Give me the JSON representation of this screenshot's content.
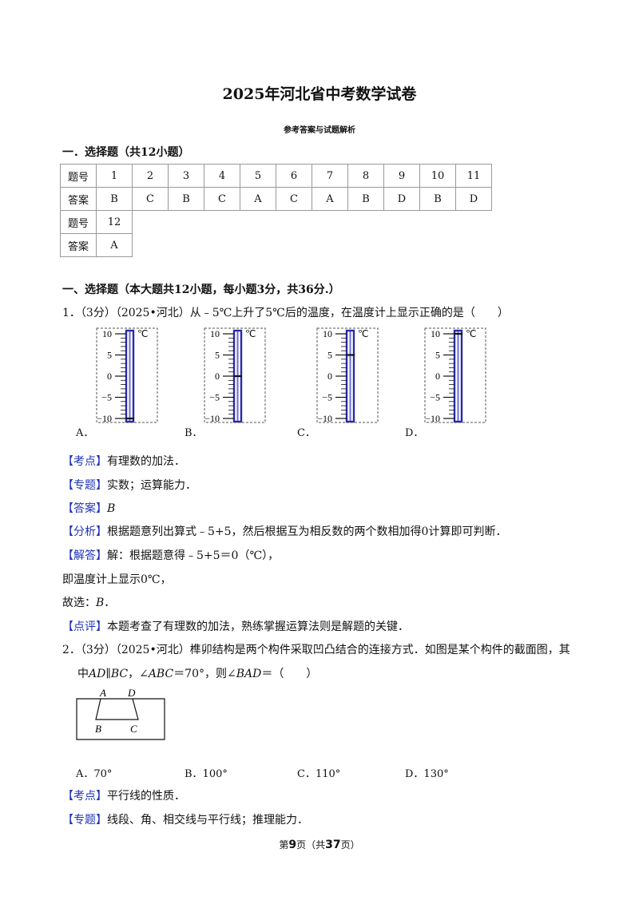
{
  "title": "2025年河北省中考数学试卷",
  "subtitle": "参考答案与试题解析",
  "section_summary": "一．选择题（共12小题）",
  "answer_table": {
    "row1_label": "题号",
    "row2_label": "答案",
    "numbers_a": [
      "1",
      "2",
      "3",
      "4",
      "5",
      "6",
      "7",
      "8",
      "9",
      "10",
      "11"
    ],
    "answers_a": [
      "B",
      "C",
      "B",
      "C",
      "A",
      "C",
      "A",
      "B",
      "D",
      "B",
      "D"
    ],
    "numbers_b": [
      "12"
    ],
    "answers_b": [
      "A"
    ]
  },
  "section_detail": "一、选择题（本大题共12小题，每小题3分，共36分.）",
  "q1": {
    "stem": "1．（3分）（2025•河北）从﹣5℃上升了5℃后的温度，在温度计上显示正确的是（　　）",
    "therm_ticks": [
      "10",
      "5",
      "0",
      "−5",
      "−10"
    ],
    "therm_unit": "℃",
    "options": [
      "A．",
      "B．",
      "C．",
      "D．"
    ],
    "therm_readings": [
      -10,
      0,
      5,
      10
    ],
    "kaodian_tag": "【考点】",
    "kaodian": "有理数的加法．",
    "zhuanti_tag": "【专题】",
    "zhuanti": "实数；运算能力．",
    "daan_tag": "【答案】",
    "daan": "B",
    "fenxi_tag": "【分析】",
    "fenxi": "根据题意列出算式﹣5+5，然后根据互为相反数的两个数相加得0计算即可判断．",
    "jieda_tag": "【解答】",
    "jieda": "解：根据题意得﹣5+5＝0（℃），",
    "jieda2": "即温度计上显示0℃，",
    "jieda3_prefix": "故选：",
    "jieda3_ans": "B",
    "jieda3_suffix": "．",
    "dianping_tag": "【点评】",
    "dianping": "本题考查了有理数的加法，熟练掌握运算法则是解题的关键．"
  },
  "q2": {
    "stem": "2．（3分）（2025•河北）榫卯结构是两个构件采取凹凸结合的连接方式．如图是某个构件的截面图，其",
    "stem2_a": "中",
    "ad": "AD",
    "par": "∥",
    "bc": "BC",
    "comma": "，∠",
    "abc": "ABC",
    "stem2_b": "＝70°，则∠",
    "bad": "BAD",
    "stem2_c": "＝（　　）",
    "fig_labels": [
      "A",
      "D",
      "B",
      "C"
    ],
    "options": [
      "A．70°",
      "B．100°",
      "C．110°",
      "D．130°"
    ],
    "kaodian_tag": "【考点】",
    "kaodian": "平行线的性质．",
    "zhuanti_tag": "【专题】",
    "zhuanti": "线段、角、相交线与平行线；推理能力．"
  },
  "footer": {
    "pre": "第",
    "page": "9",
    "mid": "页（共",
    "total": "37",
    "post": "页）"
  }
}
